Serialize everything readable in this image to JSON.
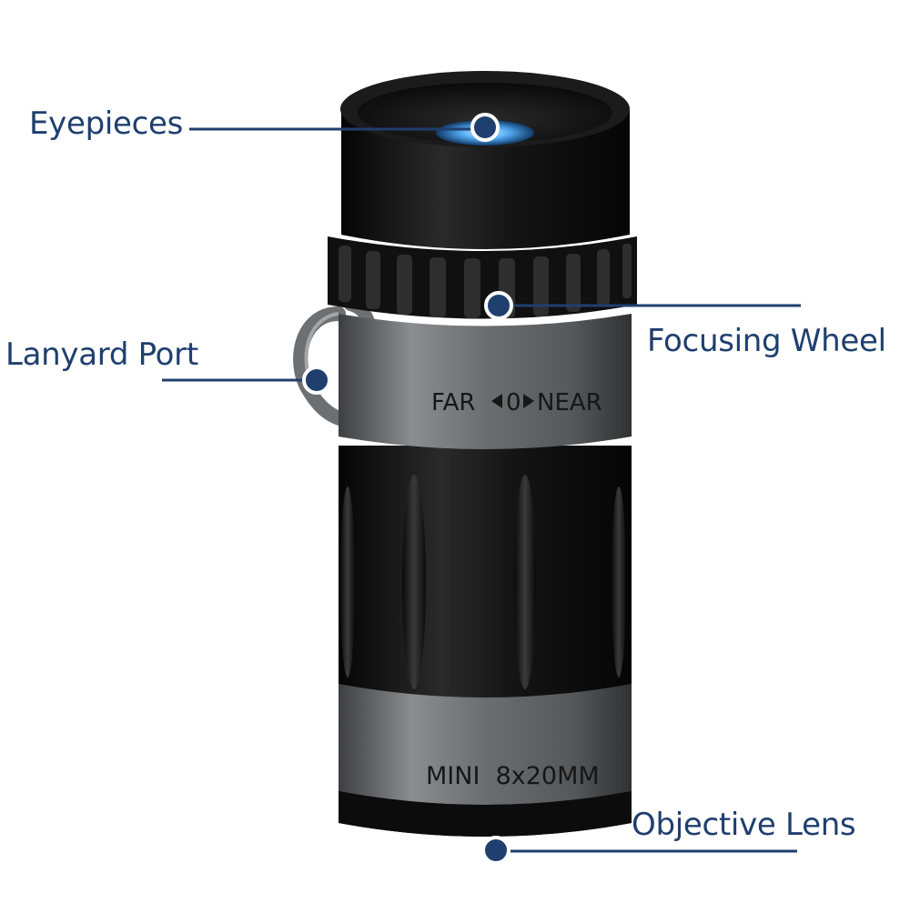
{
  "callouts": {
    "eyepieces": "Eyepieces",
    "lanyard_port": "Lanyard Port",
    "focusing_wheel": "Focusing Wheel",
    "objective_lens": "Objective Lens"
  },
  "engravings": {
    "focus_far": "FAR",
    "focus_zero": "0",
    "focus_near": "NEAR",
    "model": "MINI  8x20MM"
  },
  "colors": {
    "callout_text": "#1f3f6e",
    "callout_line": "#1f3f6e",
    "callout_dot": "#1f3f6e",
    "body_black": "#141414",
    "metal_gray": "#6a6d70",
    "lens_blue": "#4fa8f0"
  }
}
